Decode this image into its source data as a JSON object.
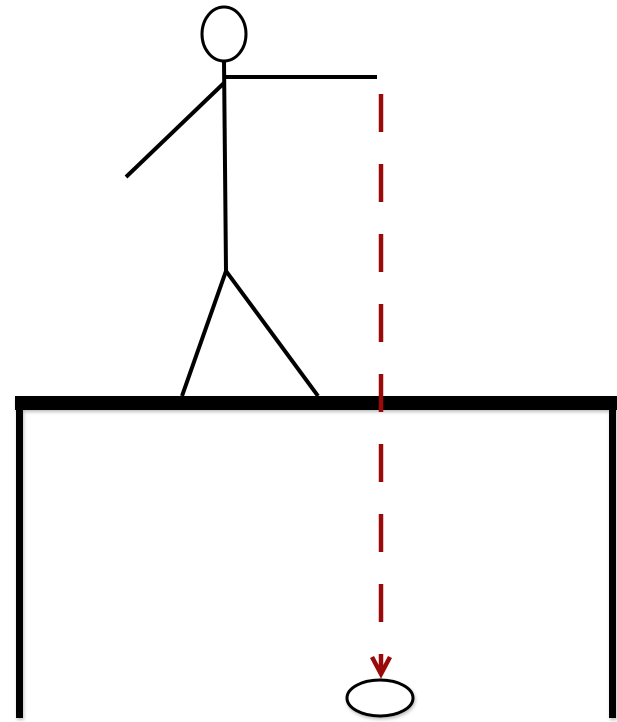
{
  "diagram": {
    "description_visible_text": "",
    "colors": {
      "background": "#ffffff",
      "structure": "#000000",
      "figure": "#000000",
      "drop_path": "#9b0a0a",
      "object_fill": "#ffffff",
      "object_stroke": "#000000"
    },
    "elements": [
      "stick-figure",
      "table-platform",
      "drop-path-arrow",
      "falling-object"
    ]
  }
}
